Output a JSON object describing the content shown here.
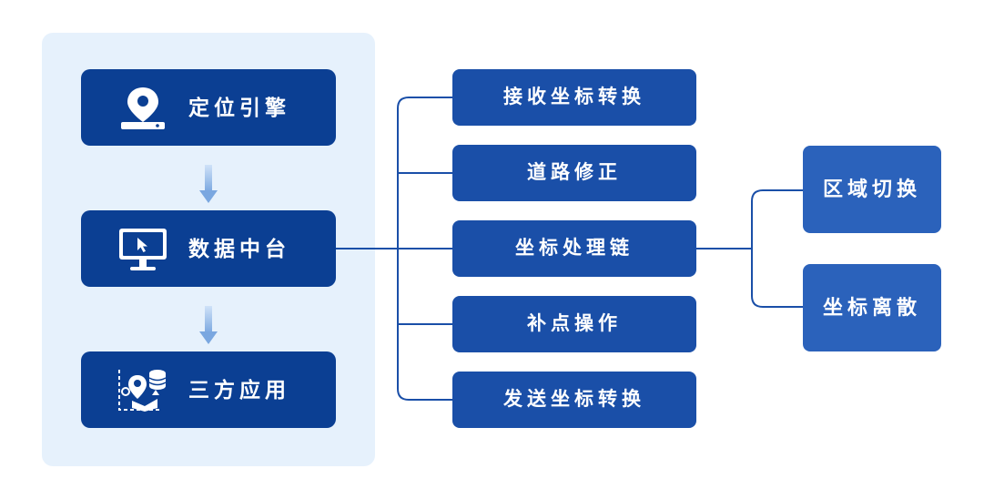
{
  "engine_column": {
    "items": [
      {
        "label": "定位引擎",
        "icon": "location-pin-icon"
      },
      {
        "label": "数据中台",
        "icon": "monitor-icon"
      },
      {
        "label": "三方应用",
        "icon": "map-database-icon"
      }
    ]
  },
  "process_steps": [
    {
      "label": "接收坐标转换"
    },
    {
      "label": "道路修正"
    },
    {
      "label": "坐标处理链"
    },
    {
      "label": "补点操作"
    },
    {
      "label": "发送坐标转换"
    }
  ],
  "sub_steps": [
    {
      "label": "区域切换"
    },
    {
      "label": "坐标离散"
    }
  ],
  "colors": {
    "panel_bg": "#e6f1fc",
    "engine_box": "#0b3f93",
    "step_box": "#1a4fa8",
    "leaf_box": "#2b62bb",
    "connector": "#1a4fa8"
  }
}
